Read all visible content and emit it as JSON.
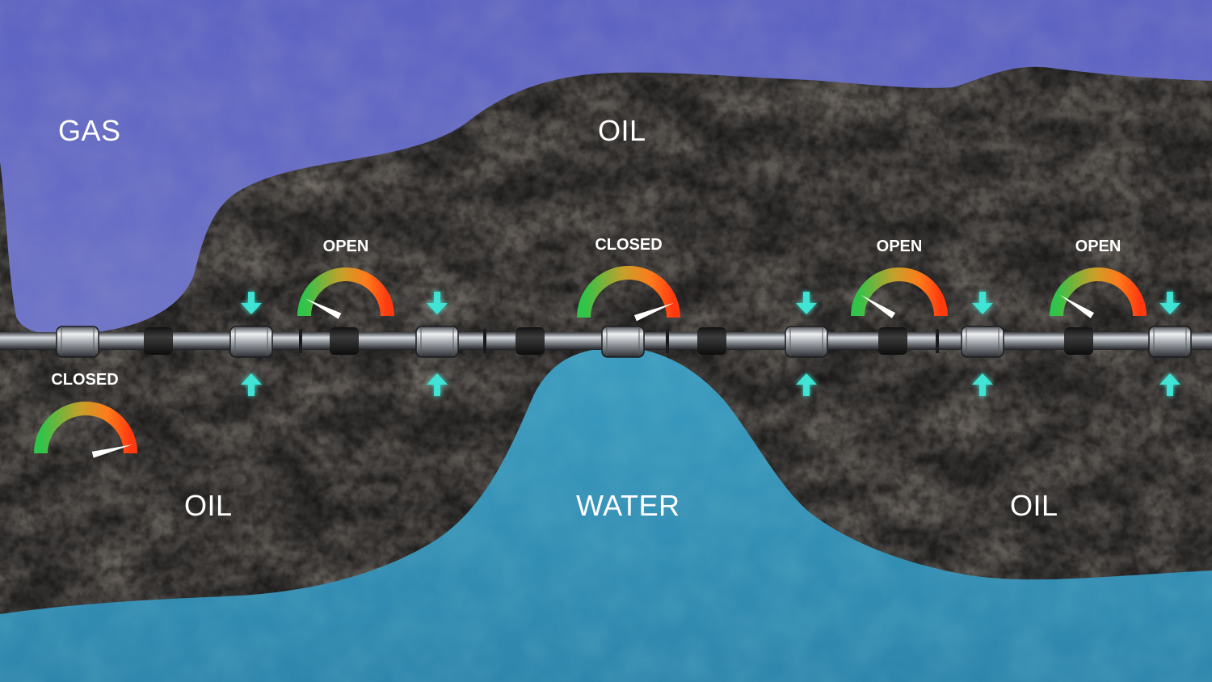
{
  "zones": {
    "gas": "GAS",
    "oil_top": "OIL",
    "oil_left": "OIL",
    "water": "WATER",
    "oil_right": "OIL"
  },
  "valves": [
    {
      "id": "valve-1",
      "status": "CLOSED",
      "level": 0.92
    },
    {
      "id": "valve-2",
      "status": "OPEN",
      "level": 0.15
    },
    {
      "id": "valve-3",
      "status": "CLOSED",
      "level": 0.88
    },
    {
      "id": "valve-4",
      "status": "OPEN",
      "level": 0.18
    },
    {
      "id": "valve-5",
      "status": "OPEN",
      "level": 0.18
    }
  ],
  "colors": {
    "gas": "#6a6fc4",
    "water": "#3fa4c2",
    "rock": "#2e2c2b",
    "arrow": "#3fe6d6",
    "gauge_low": "#2fc44a",
    "gauge_high": "#ff4a14"
  }
}
